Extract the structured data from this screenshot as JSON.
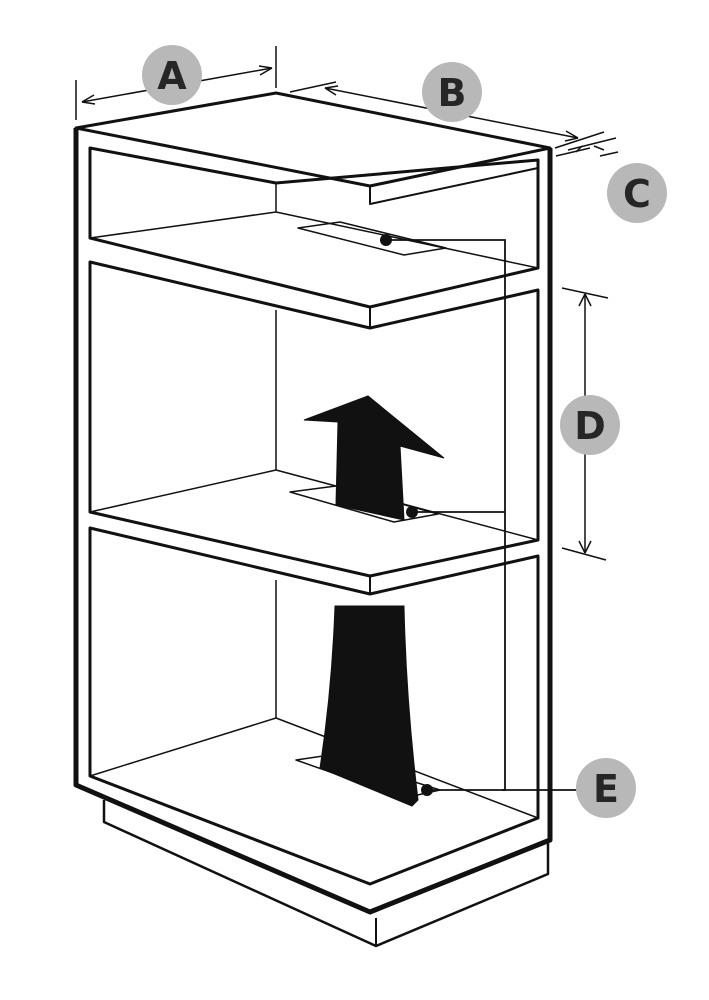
{
  "diagram": {
    "colors": {
      "background": "#ffffff",
      "line": "#111111",
      "badge": "#b8b8b8",
      "badge_text": "#262626",
      "arrow_fill": "#111111"
    },
    "labels": {
      "a": "A",
      "b": "B",
      "c": "C",
      "d": "D",
      "e": "E"
    }
  }
}
